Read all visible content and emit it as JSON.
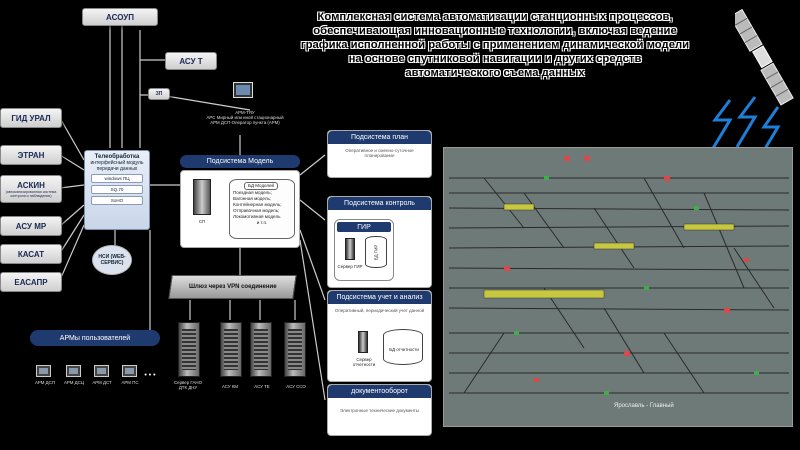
{
  "title": "Комплексная система автоматизации станционных процессов, обеспечивающая инновационные технологии, включая ведение графика исполненной работы с применением динамической модели на основе спутниковой навигации и других средств автоматического съема данных",
  "top_boxes": {
    "asoup": "АСОУП",
    "ast": "АСУ Т",
    "small_label": "ЗП"
  },
  "left_systems": [
    "ГИД УРАЛ",
    "ЭТРАН",
    "АСКИН",
    "АСУ МР",
    "КАСАТ",
    "ЕАСАПР"
  ],
  "askin_note": "(автоматизированная система контроля и наблюдения)",
  "telework": {
    "title": "Телеобработка",
    "subtitle": "интерфейсный модуль передачи данных",
    "rows": [
      "windows ПЦ",
      "SQ.70",
      "SoHO"
    ]
  },
  "nsi": "НСИ (WEB-СЕРВИС)",
  "arm_group": {
    "title": "АРМы пользователей",
    "items": [
      "АРМ ДСП",
      "АРМ ДСЦ",
      "АРМ ДСТ",
      "АРМ ПС"
    ],
    "more": "• • •"
  },
  "workstation_label": "АРМ-ТЯУ\nАРС Мирный или иной стационарный\nАРМ ДСП-Оператор пункта (АРМ)",
  "model": {
    "title": "Подсистема Модель",
    "server": "СП",
    "db_label": "БД Моделей",
    "db_items": [
      "Поездная модель;",
      "Вагонная модель;",
      "Контейнерная модель;",
      "Отправочная модель;",
      "Локомотивная модель",
      "и т.п."
    ]
  },
  "vpn": "Шлюз через VPN соединение",
  "servers": [
    "Сервер ГАНО\nДТК ДНУ",
    "АСУ КМ",
    "АСУ ТЕ",
    "АСУ ССО"
  ],
  "plan": {
    "title": "Подсистема план",
    "body": "Оперативное и сменно-суточное планирование"
  },
  "control": {
    "title": "Подсистема контроль",
    "gir": "ГИР",
    "server": "Сервер ГИР",
    "db": "БД ГИР"
  },
  "analysis": {
    "title": "Подсистема учет и анализ",
    "body": "Оперативный, периодический учет данной",
    "server": "Сервер отчетности",
    "db": "БД отчетности"
  },
  "docs": {
    "title": "документооборот",
    "body": "Электронные технические документы"
  },
  "station_name": "Ярославль - Главный",
  "colors": {
    "navy": "#1f3a6e",
    "map_bg": "#6e7a78",
    "lightning": "#1e7fd8"
  }
}
